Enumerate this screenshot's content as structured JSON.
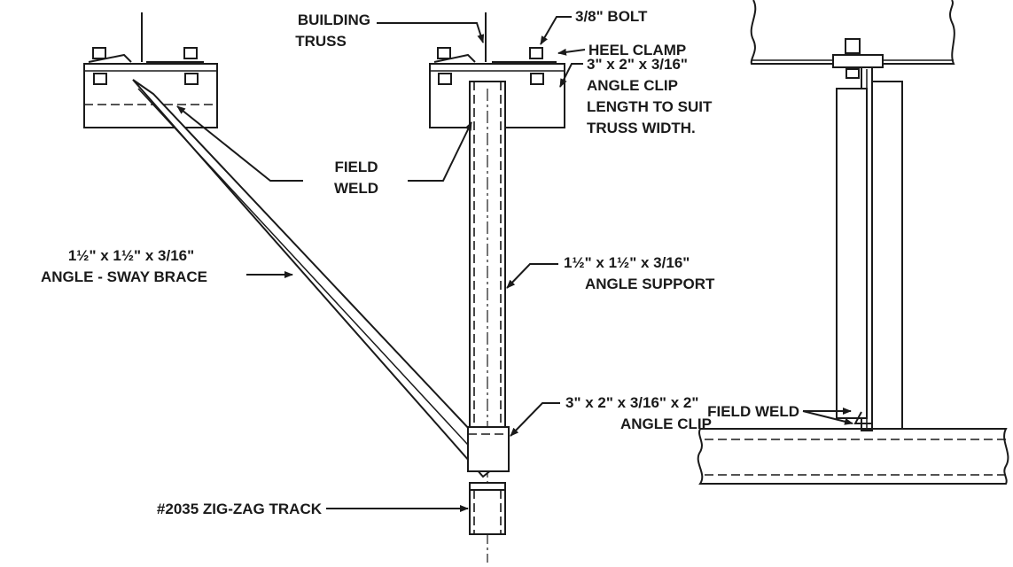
{
  "labels": {
    "building_truss_1": "BUILDING",
    "building_truss_2": "TRUSS",
    "bolt": "3/8\" BOLT",
    "heel_clamp": "HEEL CLAMP",
    "angle_clip_1": "3\" x 2\" x 3/16\"",
    "angle_clip_2": "ANGLE CLIP",
    "angle_clip_3": "LENGTH TO SUIT",
    "angle_clip_4": "TRUSS WIDTH.",
    "field_weld_1": "FIELD",
    "field_weld_2": "WELD",
    "sway_brace_1": "1½\" x 1½\" x 3/16\"",
    "sway_brace_2": "ANGLE - SWAY BRACE",
    "angle_support_1": "1½\" x 1½\" x 3/16\"",
    "angle_support_2": "ANGLE SUPPORT",
    "small_clip_1": "3\" x 2\" x 3/16\" x 2\"",
    "small_clip_2": "ANGLE CLIP",
    "zigzag_track": "#2035 ZIG-ZAG TRACK",
    "field_weld_side": "FIELD WELD"
  }
}
